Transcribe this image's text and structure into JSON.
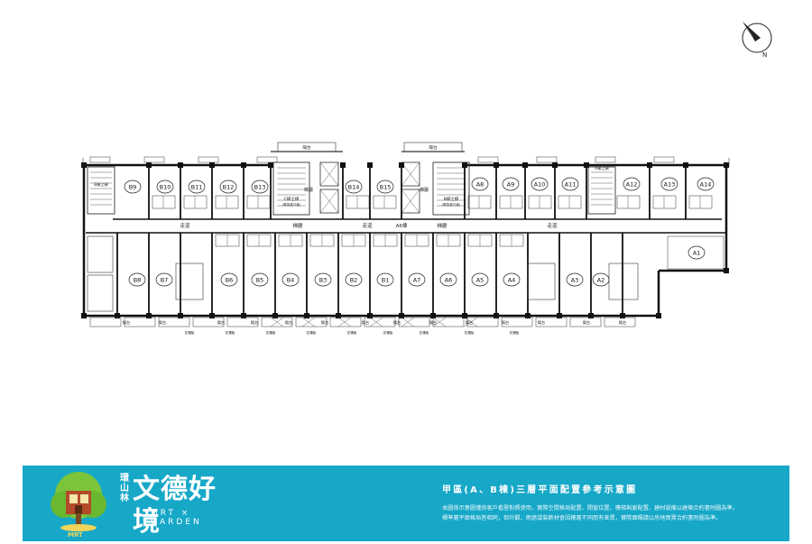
{
  "compass": {
    "label": "N"
  },
  "units_top_b": [
    "B9",
    "B10",
    "B11",
    "B12",
    "B13",
    "B14",
    "B15"
  ],
  "units_top_a": [
    "A8",
    "A9",
    "A10",
    "A11",
    "A12",
    "A13",
    "A14"
  ],
  "units_bottom": [
    "B8",
    "B7",
    "B6",
    "B5",
    "B4",
    "B3",
    "B2",
    "B1",
    "A7",
    "A6",
    "A5",
    "A4",
    "A3",
    "A2",
    "A1"
  ],
  "core_labels": {
    "stair_left": "C梯之梯",
    "stair_left_sub": "(緊急進口道)",
    "stair_right": "B梯之梯",
    "stair_right_sub": "(緊急進口道)",
    "stair_far_left": "B梯之梯",
    "stair_far_right": "A梯之梯",
    "elevator_hall_left": "梯廳",
    "elevator_hall_right": "梯廳",
    "corridor_left": "走道",
    "corridor_mid": "走道",
    "corridor_right": "走道",
    "lobby_b": "梯廳",
    "lobby_ab": "A6棟",
    "lobby_a": "梯廳",
    "balcony": "陽台",
    "planter": "花槽板",
    "drain": "排水",
    "elevator": "電梯"
  },
  "banner": {
    "brand_small": "環山林",
    "brand_main": "文德好境",
    "brand_sub": "MRT × GARDEN",
    "plan_title": "甲區(A、B棟)三層平面配置參考示意圖",
    "disclaimer_line1": "本圖係示意圖僅供客戶看屋對照使用，實際空間格局配置、開窗位置、樓梯與廁配置、建材設備以建築合約書附圖為準。",
    "disclaimer_line2": "標準層平面格局皆相同，但外觀、雨遮或裝飾材會因樓層不同而有差異，實際面積請以房地買賣合約書附圖為準。"
  },
  "colors": {
    "banner": "#17a8c8",
    "wall": "#111111",
    "line": "#333333"
  }
}
